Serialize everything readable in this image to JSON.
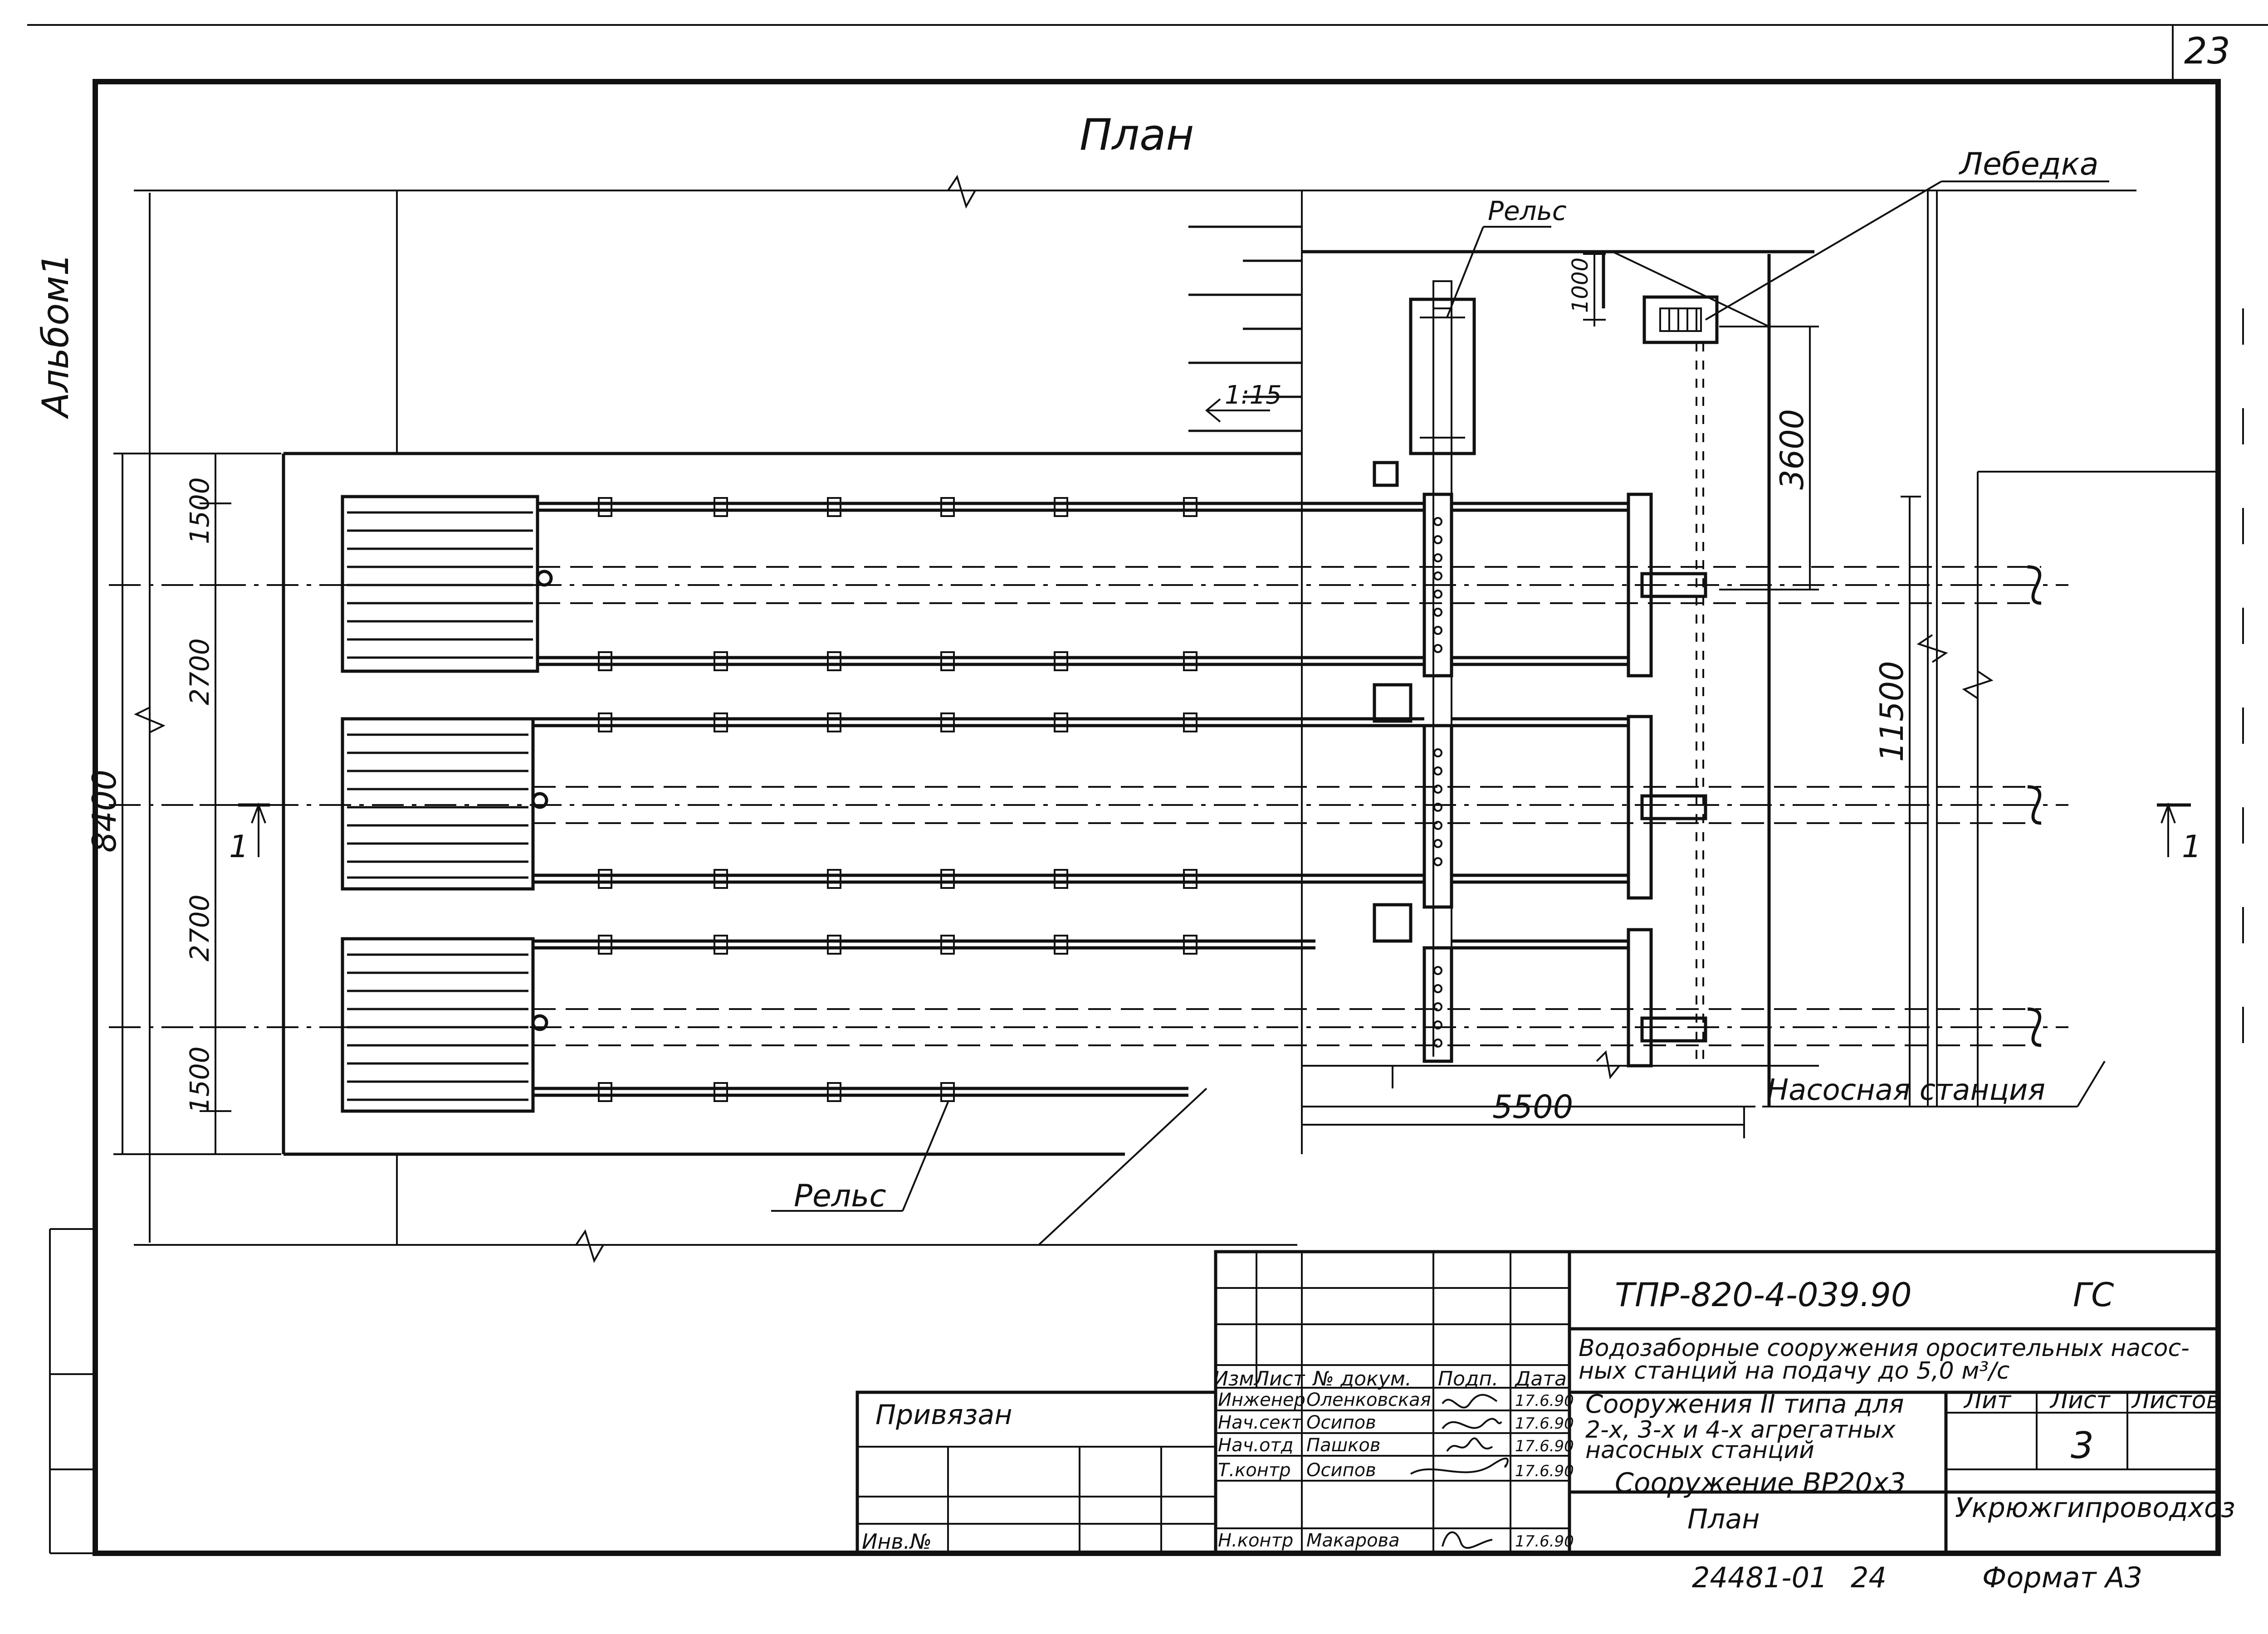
{
  "sheet": {
    "page_number": "23",
    "album": "Альбом1",
    "view_title": "План"
  },
  "labels": {
    "winch": "Лебедка",
    "rail_top": "Рельс",
    "rail_bottom": "Рельс",
    "slope": "1:15",
    "pump_station": "Насосная станция",
    "section_mark_left": "1",
    "section_mark_right": "1"
  },
  "dimensions": {
    "d1000": "1000",
    "d3600": "3600",
    "d11500": "11500",
    "d8400": "8400",
    "d1500_top": "1500",
    "d2700_a": "2700",
    "d2700_b": "2700",
    "d1500_bottom": "1500",
    "d5500": "5500"
  },
  "title_block": {
    "doc_code": "ТПР-820-4-039.90",
    "stage": "ГС",
    "project_line1": "Водозаборные сооружения оросительных насос-",
    "project_line2": "ных станций на подачу до 5,0 м³/с",
    "part_line1": "Сооружения II типа для",
    "part_line2": "2-х, 3-х и 4-х агрегатных",
    "part_line3": "насосных станций",
    "sheet_name_line1": "Сооружение ВР20х3",
    "sheet_name_line2": "План",
    "organization": "Укрюжгипроводхоз",
    "col_headers": [
      "Изм",
      "Лист",
      "№ докум.",
      "Подп.",
      "Дата"
    ],
    "lit_header": "Лит",
    "sheet_header": "Лист",
    "sheets_header": "Листов",
    "sheet_number": "3",
    "signers": [
      {
        "role": "Инженер",
        "name": "Оленковская",
        "date": "17.6.90"
      },
      {
        "role": "Нач.сект",
        "name": "Осипов",
        "date": "17.6.90"
      },
      {
        "role": "Нач.отд",
        "name": "Пашков",
        "date": "17.6.90"
      },
      {
        "role": "Т.контр",
        "name": "Осипов",
        "date": "17.6.90"
      },
      {
        "role": "Н.контр",
        "name": "Макарова",
        "date": "17.6.90"
      }
    ],
    "bound_label": "Привязан",
    "inv_label": "Инв.№",
    "archive_number": "24481-01",
    "archive_sheet": "24",
    "format": "Формат А3"
  },
  "colors": {
    "ink": "#111111",
    "paper": "#ffffff"
  }
}
